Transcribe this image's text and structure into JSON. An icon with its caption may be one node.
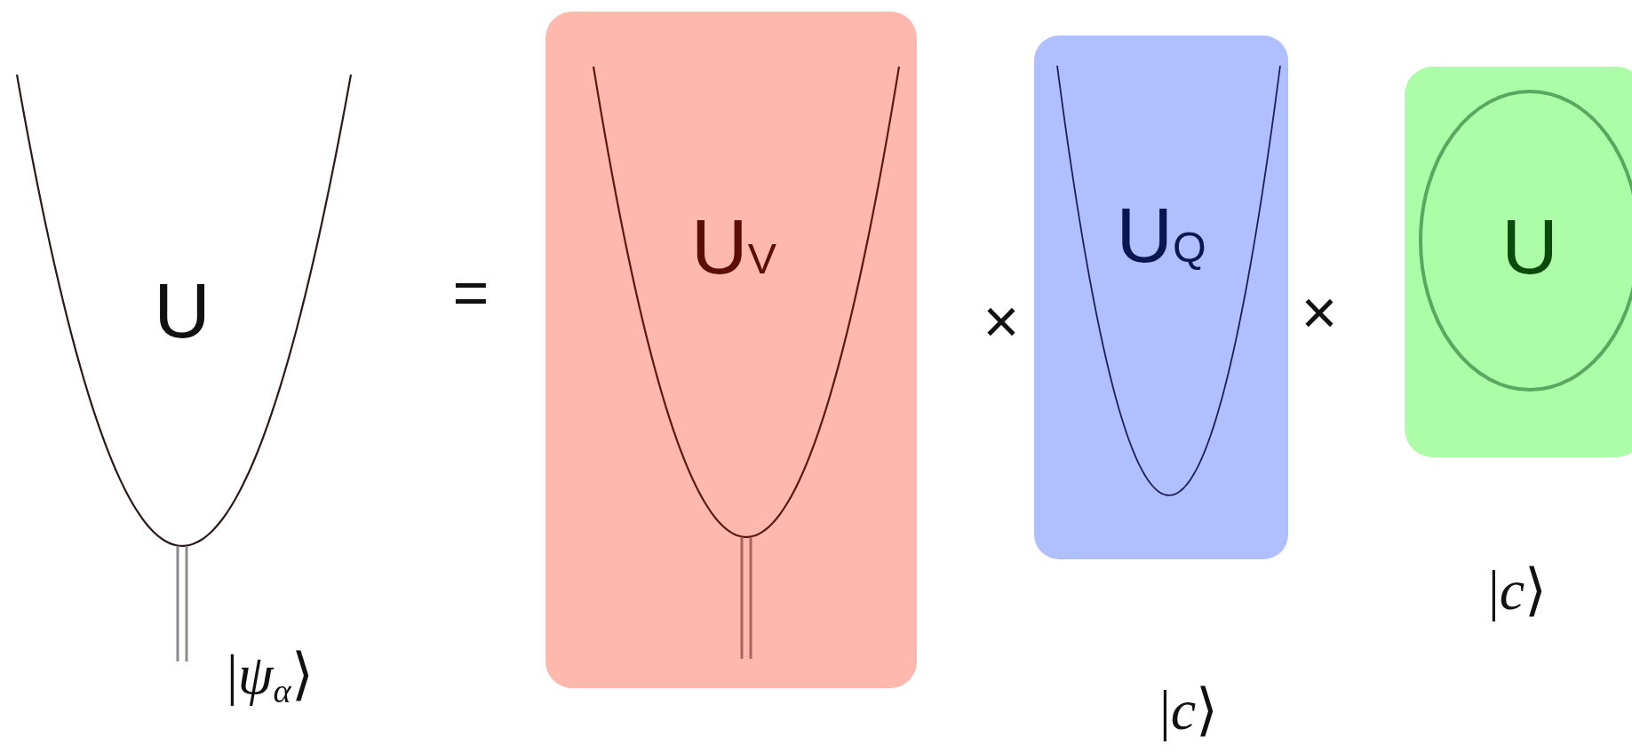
{
  "diagram": {
    "nodes": [
      {
        "text": [
          "U"
        ],
        "beside": [
          "|*ψ*$_{α}$⟩"
        ]
      },
      {
        "text": [
          "U$_{V}$"
        ]
      },
      {
        "text": [
          "U$_{Q}$"
        ]
      },
      {
        "text": [],
        "shape": "box",
        "beside": [
          "|*c*⟩"
        ]
      },
      {
        "text": [
          "U"
        ],
        "in": 3
      }
    ],
    "labels": [
      "=",
      "×",
      "×",
      "|*c*⟩"
    ]
  }
}
